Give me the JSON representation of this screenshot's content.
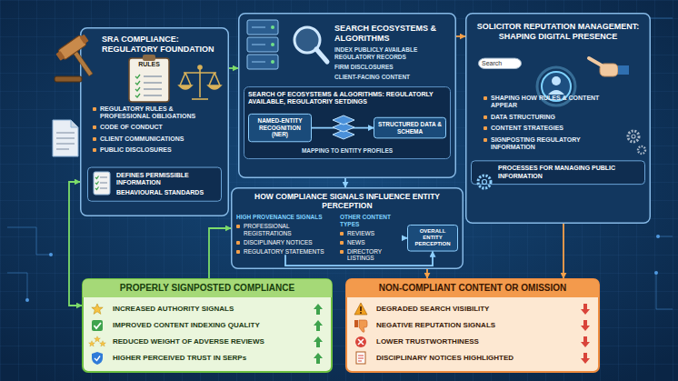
{
  "diagram": {
    "nodes": [
      {
        "text": [
          "SRA COMPLIANCE: REGULATORY FOUNDATION",
          "REGULATORY RULES & PROFESSIONAL OBLIGATIONS",
          "CODE OF CONDUCT",
          "CLIENT COMMUNICATIONS",
          "PUBLIC DISCLOSURES"
        ]
      },
      {
        "text": [
          "DEFINES PERMISSIBLE INFORMATION",
          "BEHAVIOURAL STANDARDS"
        ],
        "in": 0
      },
      {
        "text": [
          "SEARCH ECOSYSTEMS & ALGORITHMS",
          "INDEX PUBLICLY AVAILABLE REGULATORY RECORDS",
          "FIRM DISCLOSURES",
          "CLIENT-FACING CONTENT"
        ]
      },
      {
        "text": [
          "SEARCH OF ECOSYSTEMS & ALGORITHMS: REGULATORLY AVAILABLE, REGULATORIY SETDINGS",
          "MAPPING TO ENTITY PROFILES"
        ],
        "in": 2
      },
      {
        "text": [
          "NAMED-ENTITY RECOGNITION (NER)"
        ],
        "in": 3
      },
      {
        "text": [
          "STRUCTURED DATA & SCHEMA"
        ],
        "in": 3
      },
      {
        "text": [
          "SOLICITOR REPUTATION MANAGEMENT: SHAPING DIGITAL PRESENCE",
          "SHAPING HOW RULES & CONTENT APPEAR",
          "DATA STRUCTURING",
          "CONTENT STRATEGIES",
          "SIGNPOSTING REGULATORY INFORMATION"
        ]
      },
      {
        "text": [
          "Search"
        ],
        "in": 6
      },
      {
        "text": [
          "PROCESSES FOR MANAGING PUBLIC INFORMATION"
        ],
        "in": 6
      },
      {
        "text": [
          "HOW COMPLIANCE SIGNALS INFLUENCE ENTITY PERCEPTION"
        ]
      },
      {
        "text": [
          "HIGH PROVENANCE SIGNALS",
          "PROFESSIONAL REGISTRATIONS",
          "DISCIPLINARY NOTICES",
          "REGULATORY STATEMENTS"
        ],
        "in": 9
      },
      {
        "text": [
          "OTHER CONTENT TYPES",
          "REVIEWS",
          "NEWS",
          "DIRECTORY LISTINGS"
        ],
        "in": 9
      },
      {
        "text": [
          "OVERALL ENTITY PERCEPTION"
        ],
        "in": 9
      },
      {
        "text": [
          "PROPERLY SIGNPOSTED COMPLIANCE",
          "INCREASED AUTHORITY SIGNALS",
          "IMPROVED CONTENT INDEXING QUALITY",
          "REDUCED WEIGHT OF ADVERSE REVIEWS",
          "HIGHER PERCEIVED TRUST IN SERPs"
        ]
      },
      {
        "text": [
          "NON-COMPLIANT CONTENT OR OMISSION",
          "DEGRADED SEARCH VISIBILITY",
          "NEGATIVE REPUTATION SIGNALS",
          "LOWER TRUSTWORTHINESS",
          "DISCIPLINARY NOTICES HIGHLIGHTED"
        ]
      }
    ],
    "edges": [
      {
        "from": 0,
        "to": 2,
        "arrow": "to"
      },
      {
        "from": 2,
        "to": 6,
        "arrow": "to"
      },
      {
        "from": 4,
        "to": 5,
        "arrow": "to"
      },
      {
        "from": 2,
        "to": 9,
        "arrow": "to"
      },
      {
        "from": 10,
        "to": 12,
        "arrow": "to"
      },
      {
        "from": 11,
        "to": 12,
        "arrow": "to"
      },
      {
        "from": 13,
        "to": 9,
        "arrow": "to"
      },
      {
        "from": 9,
        "to": 14,
        "arrow": "to"
      },
      {
        "from": 6,
        "to": 14,
        "arrow": "to"
      },
      {
        "from": 0,
        "to": 13,
        "arrow": "both"
      }
    ],
    "labels": [
      "RULES"
    ]
  }
}
